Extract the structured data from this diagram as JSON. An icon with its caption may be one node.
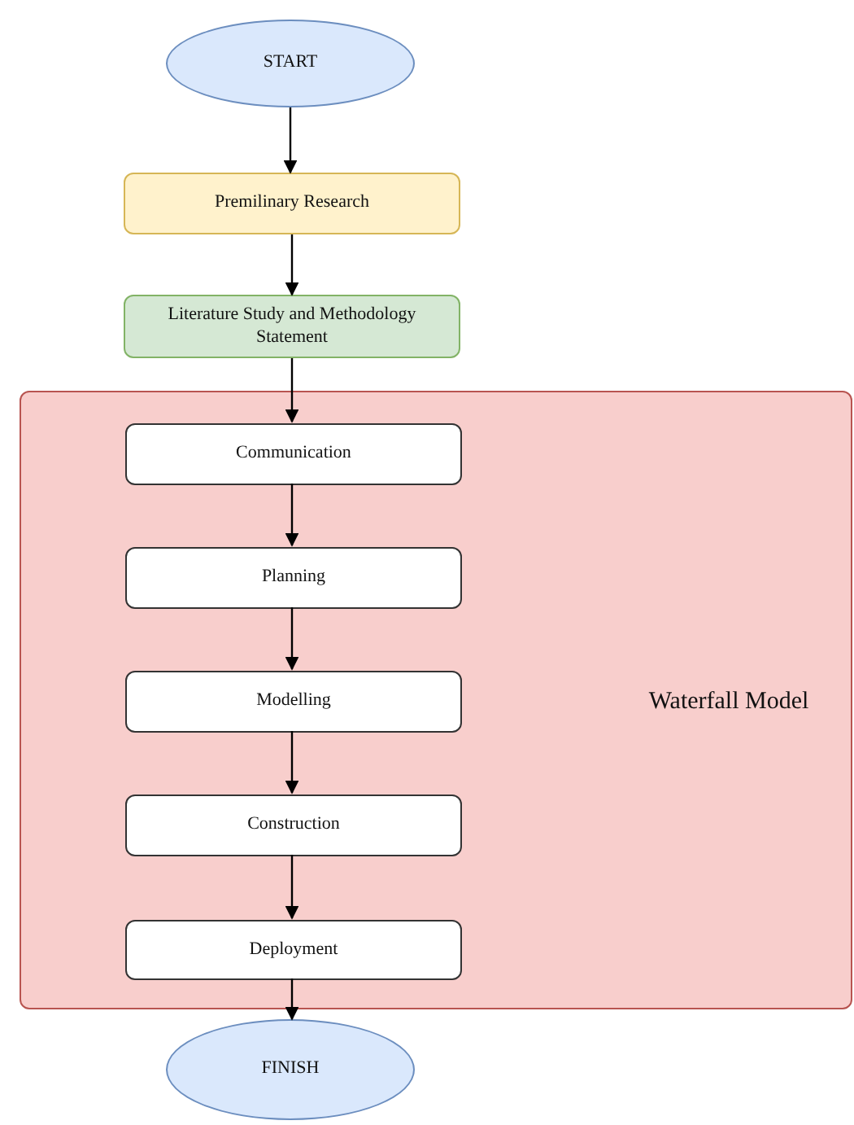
{
  "diagram": {
    "nodes": [
      {
        "text": [
          "START"
        ]
      },
      {
        "text": [
          "Premilinary Research"
        ]
      },
      {
        "text": [
          "Literature Study and Methodology Statement"
        ]
      },
      {
        "text": [
          "Waterfall Model"
        ]
      },
      {
        "text": [
          "Communication"
        ],
        "in": 3
      },
      {
        "text": [
          "Planning"
        ],
        "in": 3
      },
      {
        "text": [
          "Modelling"
        ],
        "in": 3
      },
      {
        "text": [
          "Construction"
        ],
        "in": 3
      },
      {
        "text": [
          "Deployment"
        ],
        "in": 3
      },
      {
        "text": [
          "FINISH"
        ]
      }
    ],
    "edges": [
      {
        "from": 0,
        "to": 1,
        "arrow": "to"
      },
      {
        "from": 1,
        "to": 2,
        "arrow": "to"
      },
      {
        "from": 2,
        "to": 4,
        "arrow": "to"
      },
      {
        "from": 4,
        "to": 5,
        "arrow": "to"
      },
      {
        "from": 5,
        "to": 6,
        "arrow": "to"
      },
      {
        "from": 6,
        "to": 7,
        "arrow": "to"
      },
      {
        "from": 7,
        "to": 8,
        "arrow": "to"
      },
      {
        "from": 8,
        "to": 9,
        "arrow": "to"
      }
    ]
  }
}
